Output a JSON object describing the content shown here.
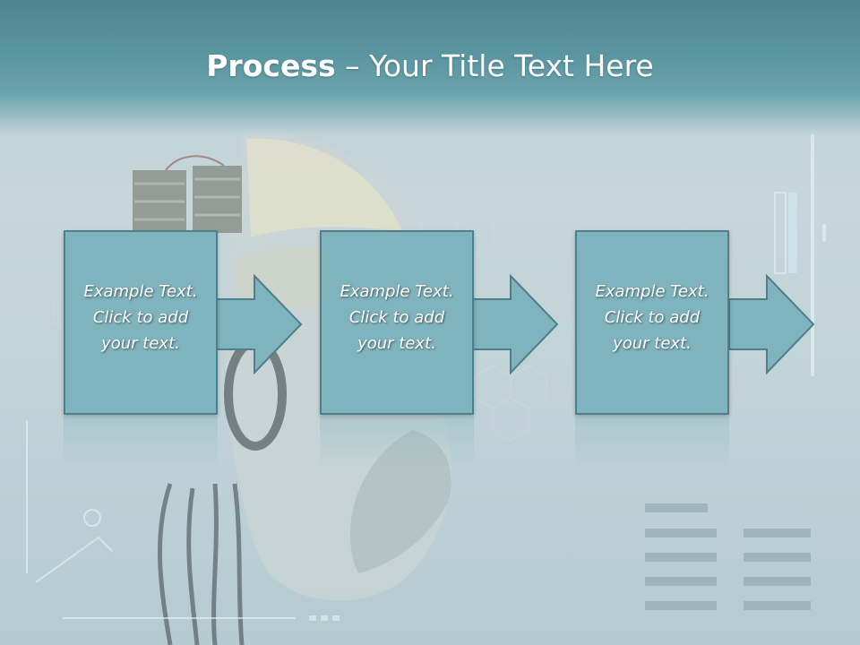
{
  "slide": {
    "title_bold": "Process",
    "title_rest": " – Your Title Text Here"
  },
  "steps": [
    {
      "line1": "Example Text.",
      "line2": "Click  to add",
      "line3": "your text."
    },
    {
      "line1": "Example Text.",
      "line2": "Click  to add",
      "line3": "your text."
    },
    {
      "line1": "Example Text.",
      "line2": "Click  to add",
      "line3": "your text."
    }
  ],
  "colors": {
    "box_fill": "#7fb3bd",
    "box_border": "#4f7f88",
    "title_band": "#5c97a2"
  }
}
